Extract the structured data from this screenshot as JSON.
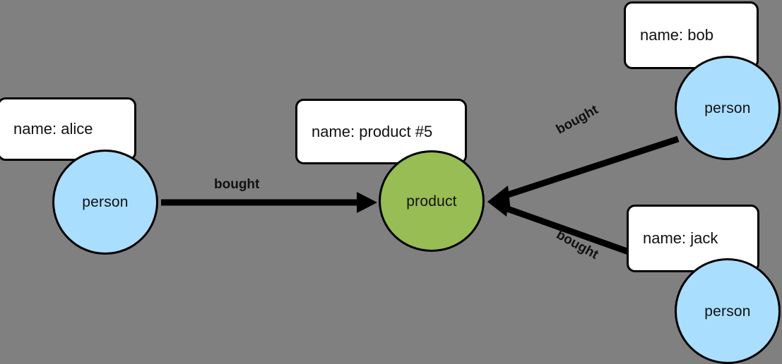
{
  "diagram": {
    "type": "property-graph",
    "background_color": "#808080",
    "node_border_color": "#000000",
    "person_fill": "#aadeff",
    "product_fill": "#97bd54",
    "property_box_fill": "#ffffff",
    "edge_color": "#000000"
  },
  "nodes": [
    {
      "id": "alice",
      "label": "person",
      "property": "name: alice",
      "fill": "#aadeff"
    },
    {
      "id": "product",
      "label": "product",
      "property": "name: product #5",
      "fill": "#97bd54"
    },
    {
      "id": "bob",
      "label": "person",
      "property": "name: bob",
      "fill": "#aadeff"
    },
    {
      "id": "jack",
      "label": "person",
      "property": "name: jack",
      "fill": "#aadeff"
    }
  ],
  "edges": [
    {
      "id": "alice-product",
      "label": "bought",
      "source": "alice",
      "target": "product"
    },
    {
      "id": "bob-product",
      "label": "bought",
      "source": "bob",
      "target": "product"
    },
    {
      "id": "jack-product",
      "label": "bought",
      "source": "jack",
      "target": "product"
    }
  ]
}
